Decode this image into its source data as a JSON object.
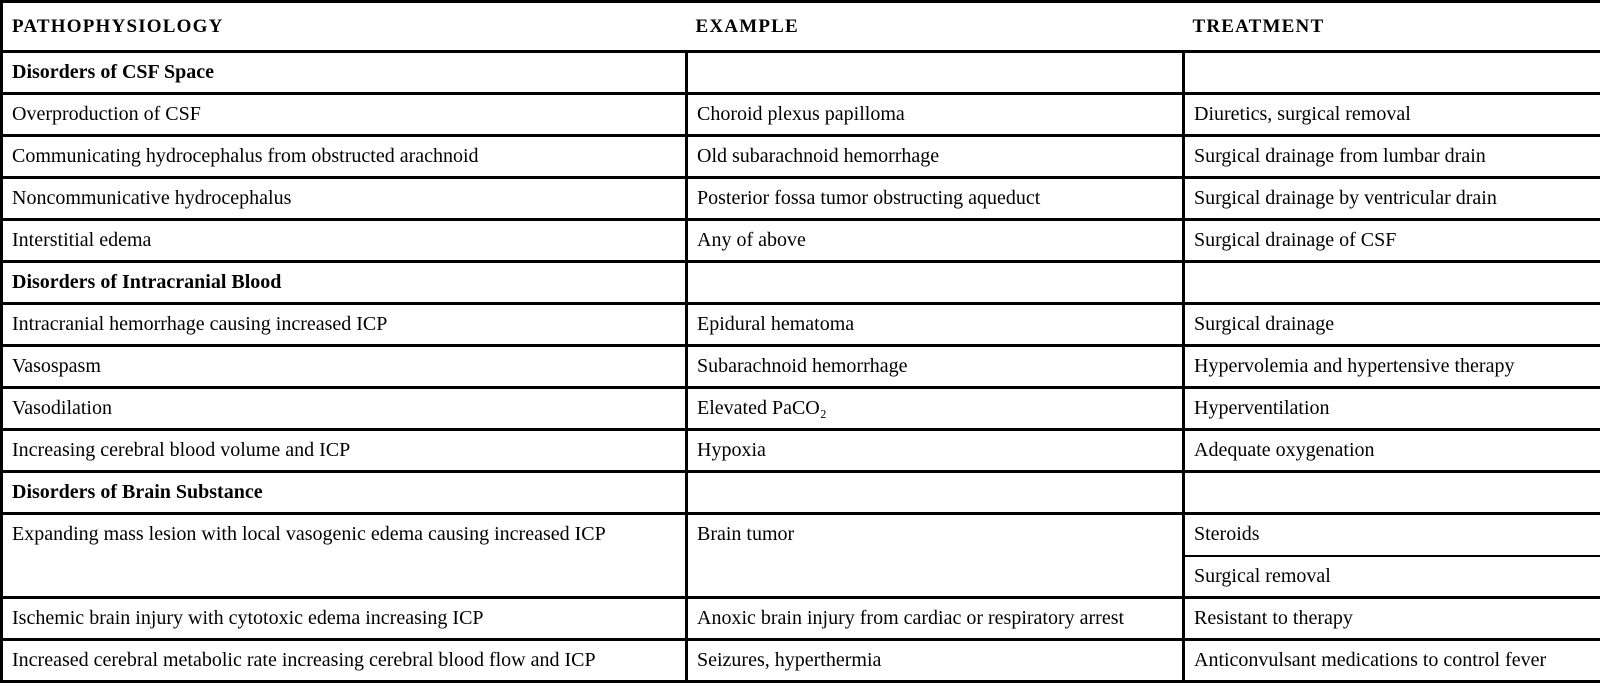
{
  "colors": {
    "background": "#ffffff",
    "border": "#000000",
    "text": "#000000"
  },
  "table": {
    "headers": [
      "PATHOPHYSIOLOGY",
      "EXAMPLE",
      "TREATMENT"
    ],
    "sections": [
      {
        "title": "Disorders of CSF Space",
        "rows": [
          {
            "pathophysiology": "Overproduction of CSF",
            "example": "Choroid plexus papilloma",
            "treatments": [
              "Diuretics, surgical removal"
            ]
          },
          {
            "pathophysiology": "Communicating hydrocephalus from obstructed arachnoid",
            "example": "Old subarachnoid hemorrhage",
            "treatments": [
              "Surgical drainage from lumbar drain"
            ]
          },
          {
            "pathophysiology": "Noncommunicative hydrocephalus",
            "example": "Posterior fossa tumor obstructing aqueduct",
            "treatments": [
              "Surgical drainage by ventricular drain"
            ]
          },
          {
            "pathophysiology": "Interstitial edema",
            "example": "Any of above",
            "treatments": [
              "Surgical drainage of CSF"
            ]
          }
        ]
      },
      {
        "title": "Disorders of Intracranial Blood",
        "rows": [
          {
            "pathophysiology": "Intracranial hemorrhage causing increased ICP",
            "example": "Epidural hematoma",
            "treatments": [
              "Surgical drainage"
            ]
          },
          {
            "pathophysiology": "Vasospasm",
            "example": "Subarachnoid hemorrhage",
            "treatments": [
              "Hypervolemia and hypertensive therapy"
            ]
          },
          {
            "pathophysiology": "Vasodilation",
            "example": "Elevated PaCO₂",
            "treatments": [
              "Hyperventilation"
            ]
          },
          {
            "pathophysiology": "Increasing cerebral blood volume and ICP",
            "example": "Hypoxia",
            "treatments": [
              "Adequate oxygenation"
            ]
          }
        ]
      },
      {
        "title": "Disorders of Brain Substance",
        "rows": [
          {
            "pathophysiology": "Expanding mass lesion with local vasogenic edema causing increased ICP",
            "example": "Brain tumor",
            "treatments": [
              "Steroids",
              "Surgical removal"
            ]
          },
          {
            "pathophysiology": "Ischemic brain injury with cytotoxic edema increasing ICP",
            "example": "Anoxic brain injury from cardiac or respiratory arrest",
            "treatments": [
              "Resistant to therapy"
            ]
          },
          {
            "pathophysiology": "Increased cerebral metabolic rate increasing cerebral blood flow and ICP",
            "example": "Seizures, hyperthermia",
            "treatments": [
              "Anticonvulsant medications to control fever"
            ]
          }
        ]
      }
    ]
  }
}
